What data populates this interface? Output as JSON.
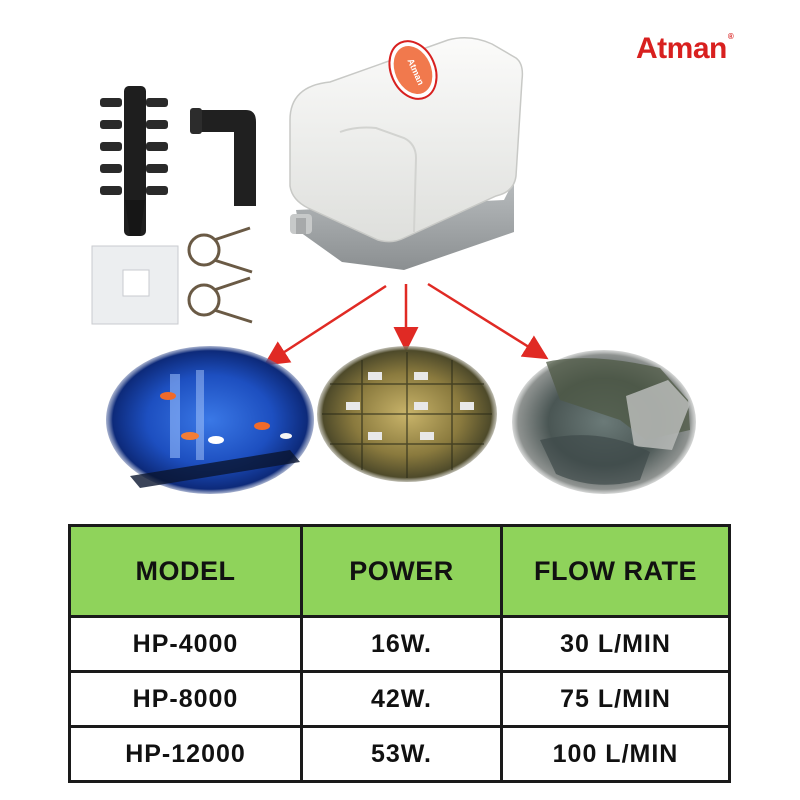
{
  "brand": {
    "name": "Atman",
    "mark": "®"
  },
  "product": {
    "label": "Atman"
  },
  "colors": {
    "brand_red": "#d8201f",
    "header_green": "#8fd35b",
    "arrow_red": "#e02a24",
    "pump_white": "#f2f2f0",
    "pump_base": "#9ea2a4"
  },
  "scenes": [
    {
      "name": "aquarium",
      "icon": "aquarium-scene"
    },
    {
      "name": "fish-tanks",
      "icon": "fish-tank-rack-scene"
    },
    {
      "name": "garden-pond",
      "icon": "pond-scene"
    }
  ],
  "table": {
    "headers": [
      "MODEL",
      "POWER",
      "FLOW RATE"
    ],
    "rows": [
      [
        "HP-4000",
        "16W.",
        "30 L/MIN"
      ],
      [
        "HP-8000",
        "42W.",
        "75 L/MIN"
      ],
      [
        "HP-12000",
        "53W.",
        "100 L/MIN"
      ]
    ]
  }
}
